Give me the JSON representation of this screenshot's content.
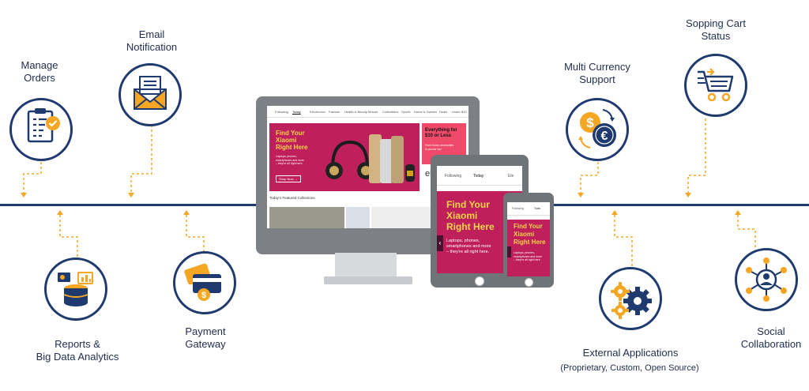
{
  "nodes": {
    "manage_orders": {
      "label": "Manage\nOrders",
      "icon": "clipboard-checklist-icon"
    },
    "email_notification": {
      "label": "Email\nNotification",
      "icon": "envelope-icon"
    },
    "reports": {
      "label": "Reports &\nBig Data Analytics",
      "icon": "database-chart-icon"
    },
    "payment": {
      "label": "Payment\nGateway",
      "icon": "credit-card-icon"
    },
    "multi_currency": {
      "label": "Multi Currency\nSupport",
      "icon": "currency-exchange-icon"
    },
    "shopping_cart": {
      "label": "Sopping Cart\nStatus",
      "icon": "shopping-cart-icon"
    },
    "external_apps": {
      "label": "External Applications",
      "sublabel": "(Proprietary, Custom, Open Source)",
      "icon": "gears-icon"
    },
    "social": {
      "label": "Social\nCollaboration",
      "icon": "network-icon"
    }
  },
  "mockup": {
    "desktop": {
      "nav_items": [
        "Following",
        "Today",
        "Electronics",
        "Fashion",
        "Health & Beauty",
        "Motors",
        "Collectibles",
        "Sports",
        "Home & Garden",
        "Deals",
        "Under $10"
      ],
      "hero_title": "Find Your\nXiaomi\nRight Here",
      "hero_text": "Laptops, phones,\nsmartphones and more\n– they're all right here.",
      "hero_button": "Shop Now →",
      "promo_title": "Everything for\n$10 or Less",
      "promo_text": "From home necessities\nto you for fun",
      "section_title": "Today's Featured Collections",
      "brand": "eb"
    },
    "tablet": {
      "nav_items": [
        "Following",
        "Today",
        "Ele"
      ],
      "hero_title": "Find Your\nXiaomi\nRight Here",
      "hero_text": "Laptops, phones,\nsmartphones and more\n– they're all right here."
    },
    "phone": {
      "nav_items": [
        "Following",
        "Toda"
      ],
      "hero_title": "Find Your\nXiaomi\nRight Here",
      "hero_text": "Laptops, phones,\nsmartphones and more\n– they're all right here."
    }
  },
  "colors": {
    "navy": "#1e3a6e",
    "orange": "#f5a623",
    "crimson": "#bf1f5a",
    "yellow": "#f3d64a",
    "pink": "#f04a6b"
  }
}
